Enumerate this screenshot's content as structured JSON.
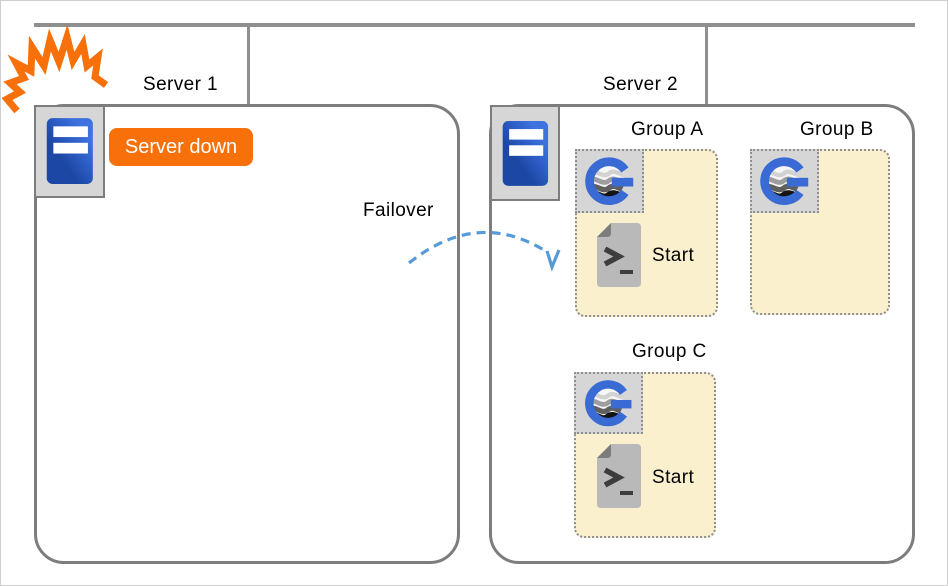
{
  "servers": [
    {
      "label": "Server 1",
      "status_badge": "Server down"
    },
    {
      "label": "Server 2"
    }
  ],
  "failover": {
    "label": "Failover"
  },
  "groups": [
    {
      "label": "Group A",
      "start_label": "Start"
    },
    {
      "label": "Group B"
    },
    {
      "label": "Group C",
      "start_label": "Start"
    }
  ],
  "colors": {
    "alert_orange": "#F8700A",
    "server_tower_blue_light": "#3E72DE",
    "server_tower_blue_dark": "#1C47A4",
    "logo_blue": "#3A6BD5",
    "arrow_blue": "#569BD8",
    "group_background": "#FAF0CE",
    "box_border_gray": "#7D7D7D",
    "network_line_gray": "#8F8F8F"
  }
}
